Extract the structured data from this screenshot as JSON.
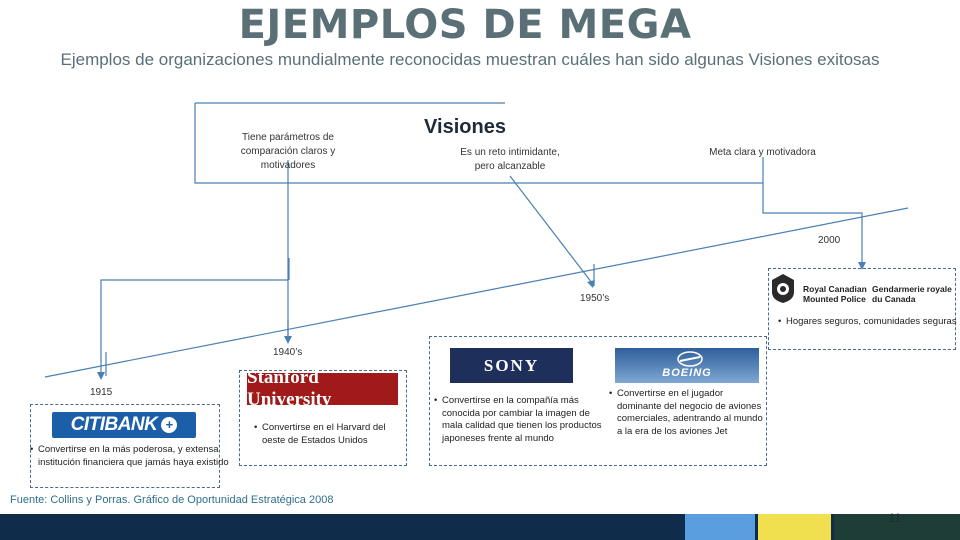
{
  "slide": {
    "title": "EJEMPLOS DE MEGA",
    "subtitle": "Ejemplos de organizaciones mundialmente reconocidas muestran cuáles han sido algunas Visiones exitosas",
    "heading": "Visiones",
    "attributes": {
      "parametros": "Tiene parámetros de comparación claros y motivadores",
      "reto": "Es un reto intimidante, pero alcanzable",
      "meta": "Meta clara y motivadora"
    },
    "years": {
      "y1915": "1915",
      "y1940": "1940’s",
      "y1950": "1950’s",
      "y2000": "2000"
    },
    "orgs": {
      "citibank": {
        "logo_text": "CITIBANK",
        "vision": "Convertirse en la más poderosa, y extensa institución financiera que jamás haya existido"
      },
      "stanford": {
        "logo_text": "Stanford University",
        "vision": "Convertirse en el Harvard del oeste de Estados Unidos"
      },
      "sony": {
        "logo_text": "SONY",
        "vision": "Convertirse en la compañía más conocida por cambiar la imagen de mala calidad que tienen los productos japoneses frente al mundo"
      },
      "boeing": {
        "logo_text": "BOEING",
        "vision": "Convertirse en el jugador dominante del negocio de aviones comerciales, adentrando al mundo a la era de los aviones Jet"
      },
      "rcmp": {
        "logo_en": "Royal Canadian Mounted Police",
        "logo_fr": "Gendarmerie royale du Canada",
        "vision": "Hogares seguros, comunidades seguras"
      }
    },
    "source": "Fuente: Collins y Porras. Gráfico de Oportunidad Estratégica 2008",
    "page_number": "11"
  },
  "colors": {
    "title": "#5b7076",
    "line": "#4a7fb5",
    "footer": "#0f2c4a",
    "tile_blue": "#5b9ee0",
    "tile_yellow": "#f0e050",
    "tile_green": "#1e3d36",
    "sony_bg": "#1f2f5c",
    "stanford_red": "#a01a1a",
    "citibank_blue": "#1a5fa8"
  },
  "icons": {
    "rcmp_crest": "crest-icon",
    "boeing_plane": "airplane-icon",
    "bullet": "bullet-icon"
  }
}
